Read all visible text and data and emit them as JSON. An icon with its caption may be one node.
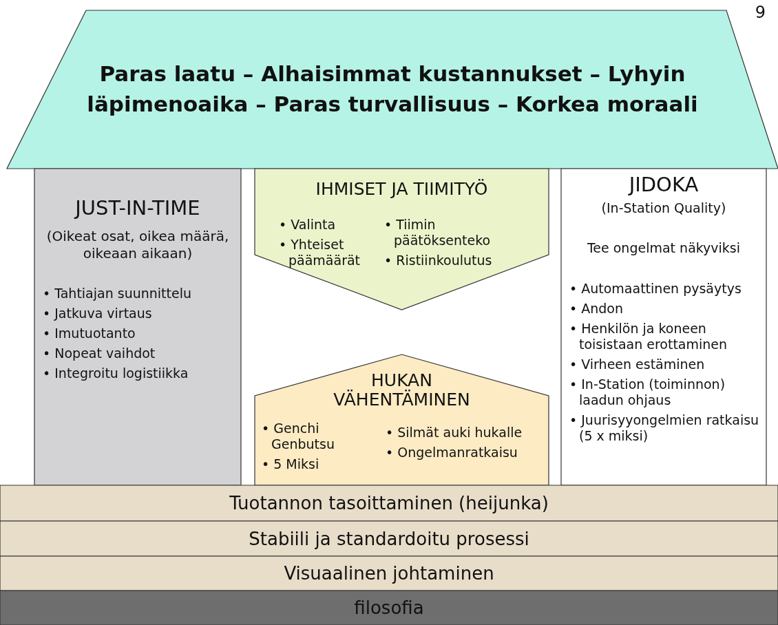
{
  "diagram": {
    "nodes": [
      {
        "text": [
          "Paras laatu – Alhaisimmat kustannukset – Lyhyin läpimenoaika – Paras turvallisuus – Korkea moraali"
        ]
      },
      {
        "text": [
          "JUST-IN-TIME",
          "(Oikeat osat, oikea määrä, oikeaan aikaan)",
          "• Tahtiajan suunnittelu",
          "• Jatkuva virtaus",
          "• Imutuotanto",
          "• Nopeat vaihdot",
          "• Integroitu logistiikka"
        ]
      },
      {
        "text": [
          "IHMISET JA TIIMITYÖ",
          "• Valinta",
          "• Yhteiset päämäärät",
          "• Tiimin päätöksenteko",
          "• Ristiinkoulutus"
        ]
      },
      {
        "text": [
          "HUKAN VÄHENTÄMINEN",
          "• Genchi Genbutsu",
          "• 5 Miksi",
          "• Silmät auki hukalle",
          "• Ongelmanratkaisu"
        ]
      },
      {
        "text": [
          "JIDOKA",
          "(In-Station Quality)",
          "Tee ongelmat näkyviksi",
          "• Automaattinen pysäytys",
          "• Andon",
          "• Henkilön ja koneen toisistaan erottaminen",
          "• Virheen estäminen",
          "• In-Station (toiminnon) laadun ohjaus",
          "• Juurisyyongelmien ratkaisu (5 x miksi)"
        ]
      },
      {
        "text": [
          "Tuotannon tasoittaminen (heijunka)"
        ]
      },
      {
        "text": [
          "Stabiili ja standardoitu prosessi"
        ]
      },
      {
        "text": [
          "Visuaalinen johtaminen"
        ]
      },
      {
        "text": [
          "filosofia"
        ]
      }
    ],
    "labels": [
      "9"
    ]
  }
}
